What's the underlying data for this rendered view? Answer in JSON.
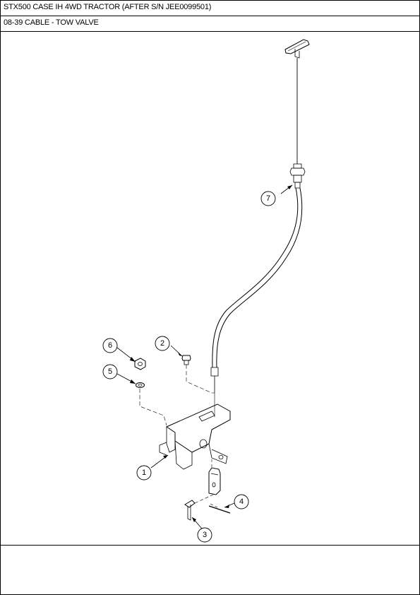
{
  "header": {
    "model": "STX500 CASE IH 4WD TRACTOR (AFTER S/N JEE0099501)",
    "section": "08-39 CABLE - TOW VALVE"
  },
  "callouts": [
    "1",
    "2",
    "3",
    "4",
    "5",
    "6",
    "7"
  ]
}
